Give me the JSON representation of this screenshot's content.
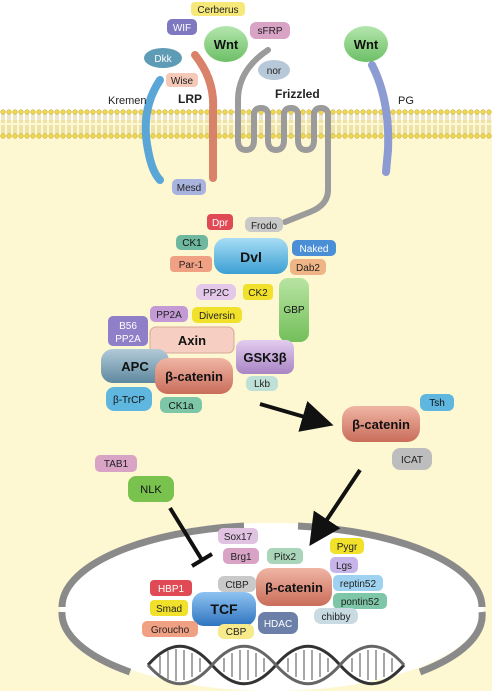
{
  "labels": {
    "kremen": "Kremen",
    "lrp": "LRP",
    "frizzled": "Frizzled",
    "pg": "PG",
    "wnt_left": "Wnt",
    "wnt_right": "Wnt"
  },
  "proteins": {
    "cerberus": "Cerberus",
    "wif": "WIF",
    "sfrp": "sFRP",
    "dkk": "Dkk",
    "wise": "Wise",
    "nor": "nor",
    "mesd": "Mesd",
    "dpr": "Dpr",
    "frodo": "Frodo",
    "ck1": "CK1",
    "dvl": "Dvl",
    "naked": "Naked",
    "par1": "Par-1",
    "dab2": "Dab2",
    "pp2c": "PP2C",
    "ck2": "CK2",
    "gbp": "GBP",
    "pp2a_top": "PP2A",
    "diversin": "Diversin",
    "b56_line1": "B56",
    "b56_line2": "PP2A",
    "axin": "Axin",
    "apc": "APC",
    "bcat_complex": "β-catenin",
    "gsk3b": "GSK3β",
    "btrcp": "β-TrCP",
    "ck1a": "CK1a",
    "lkb": "Lkb",
    "bcat_free": "β-catenin",
    "tsh": "Tsh",
    "icat": "ICAT",
    "tab1": "TAB1",
    "nlk": "NLK",
    "sox17": "Sox17",
    "brg1": "Brg1",
    "pitx2": "Pitx2",
    "pygr": "Pygr",
    "lgs": "Lgs",
    "reptin52": "reptin52",
    "pontin52": "pontin52",
    "chibby": "chibby",
    "hbp1": "HBP1",
    "ctbp": "CtBP",
    "bcat_nuclear": "β-catenin",
    "smad": "Smad",
    "tcf": "TCF",
    "groucho": "Groucho",
    "cbp": "CBP",
    "hdac": "HDAC"
  },
  "colors": {
    "cytoplasm": "#fdf7d2",
    "nucleus_ring": "#8a8a8a",
    "wnt": "#8fd08a",
    "lrp": "#d9826a",
    "frizzled": "#9b9b9b",
    "kremen": "#5aa6d6",
    "pg": "#8c9bd1",
    "dvl": "#5fb7e0",
    "bcatenin": "#d98b7a",
    "axin": "#f6cfc2",
    "apc": "#7a9fb5",
    "gsk3b": "#c8a6dc",
    "tcf": "#4a8fd6",
    "red": "#e04a55",
    "yellow": "#f2e12a",
    "green": "#79c24e",
    "teal": "#6fb8a0",
    "pink": "#d9a3c6"
  },
  "icons": {
    "activation": "arrow-icon",
    "inhibition": "inhibition-bar-icon",
    "dna": "dna-helix-icon",
    "membrane": "lipid-bilayer-icon"
  }
}
